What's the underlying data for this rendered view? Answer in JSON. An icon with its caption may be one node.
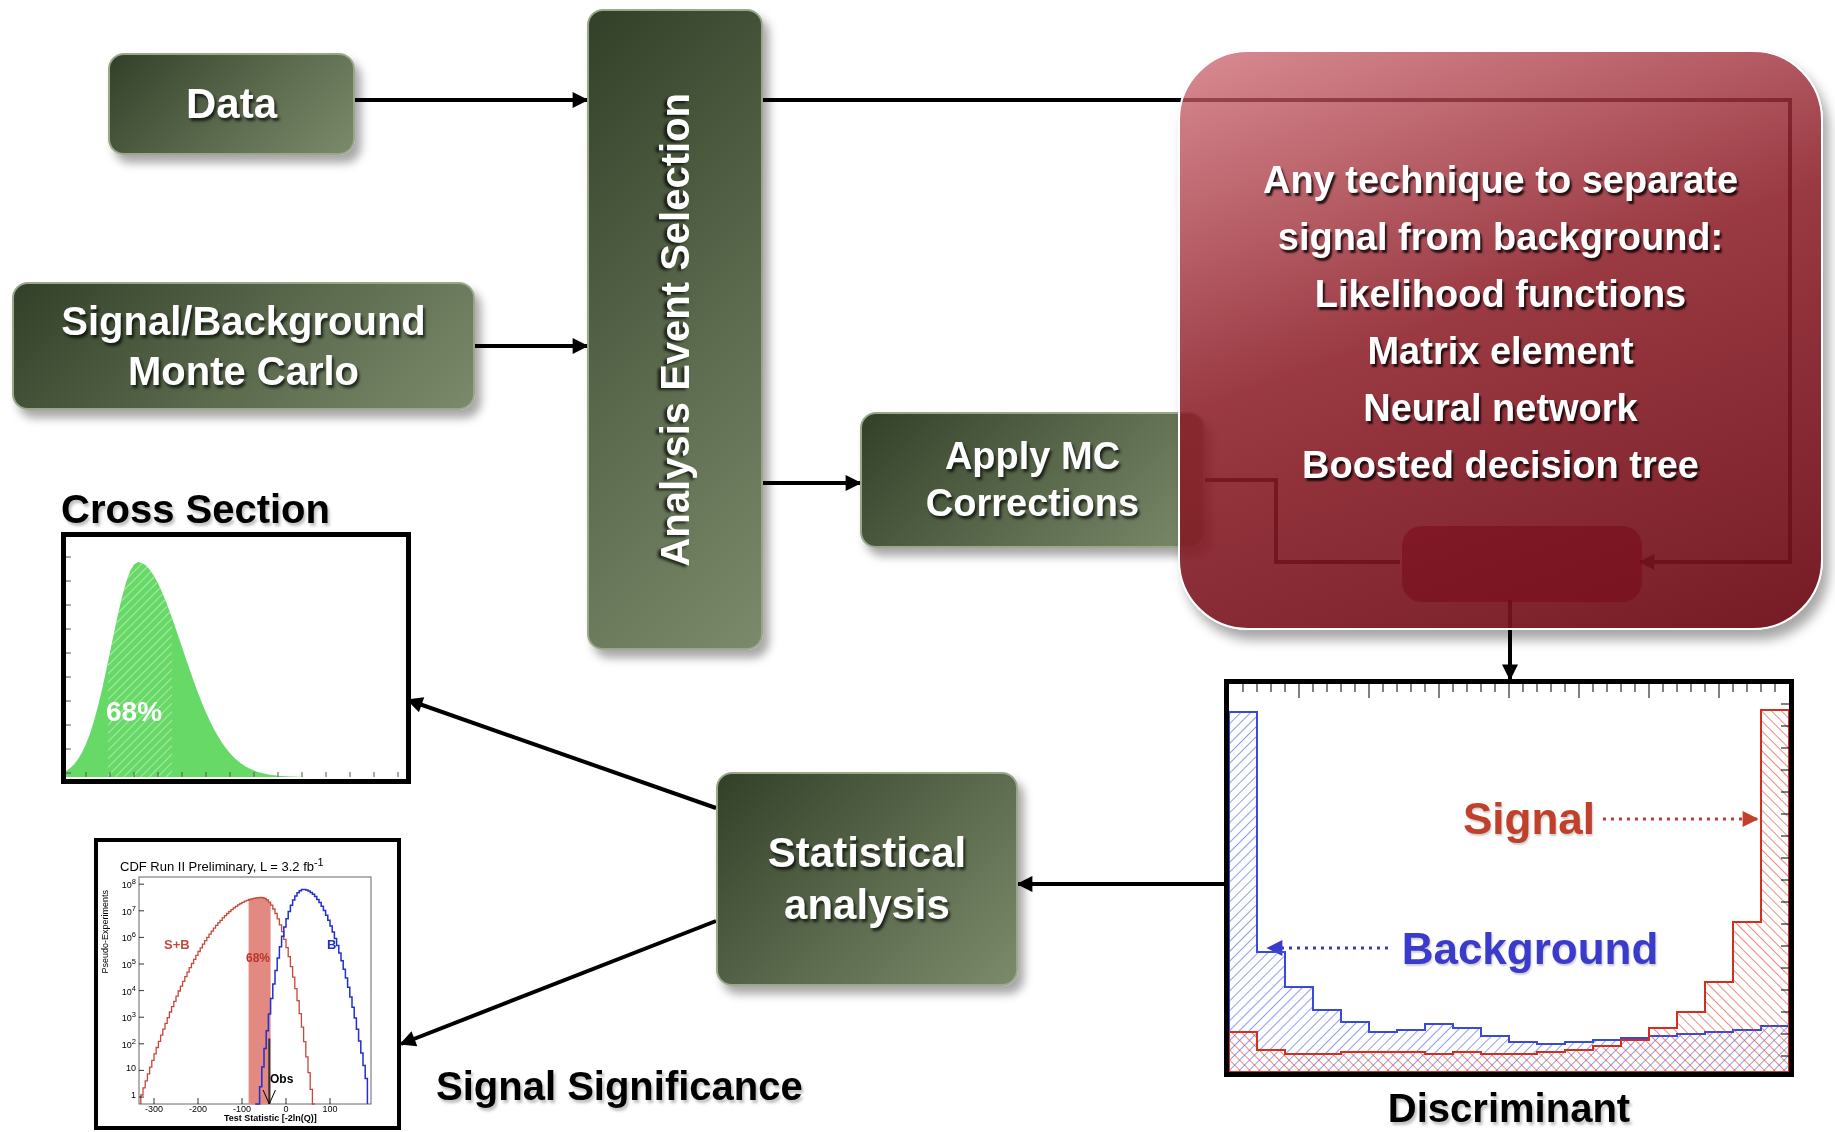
{
  "diagram": {
    "nodes": [
      {
        "text": [
          "Data"
        ]
      },
      {
        "text": [
          "Signal/Background Monte Carlo"
        ]
      },
      {
        "text": [
          "Analysis Event Selection"
        ]
      },
      {
        "text": [
          "Apply MC Corrections"
        ]
      },
      {
        "text": [
          "Any technique to separate signal from background:",
          "Likelihood functions",
          "Matrix element",
          "Neural network",
          "Boosted decision tree"
        ]
      },
      {
        "text": [],
        "shape": "box",
        "in": 4
      },
      {
        "text": [
          "Cross Section",
          "68%"
        ]
      },
      {
        "text": [
          "Statistical analysis"
        ]
      },
      {
        "text": [
          "Discriminant"
        ]
      },
      {
        "text": [
          "Signal"
        ],
        "in": 8
      },
      {
        "text": [
          "Background"
        ],
        "in": 8
      },
      {
        "text": [
          "CDF Run II Preliminary, L = 3.2 fb$^{-1}$",
          "Pseudo-Experiments",
          "10$^{8}$",
          "10$^{7}$",
          "10$^{6}$",
          "10$^{5}$",
          "10$^{4}$",
          "10$^{3}$",
          "10$^{2}$",
          "10",
          "1",
          "-300",
          "-200",
          "-100",
          "0",
          "100",
          "Test Statistic [-2ln(Q)]",
          "S+B",
          "68%",
          "B",
          "Obs"
        ],
        "beside": [
          "Signal Significance"
        ]
      }
    ],
    "edges": [
      {
        "from": 0,
        "to": 2,
        "arrow": "to"
      },
      {
        "from": 1,
        "to": 2,
        "arrow": "to"
      },
      {
        "from": 2,
        "to": 3,
        "arrow": "to"
      },
      {
        "from": 2,
        "to": 5,
        "arrow": "to"
      },
      {
        "from": 3,
        "to": 5,
        "arrow": "none"
      },
      {
        "from": 5,
        "to": 8,
        "arrow": "to"
      },
      {
        "from": 8,
        "to": 7,
        "arrow": "to"
      },
      {
        "from": 7,
        "to": 6,
        "arrow": "to"
      },
      {
        "from": 7,
        "to": 11,
        "arrow": "to"
      },
      {
        "from": 9,
        "to": null,
        "arrow": "to",
        "style": "dashed",
        "color": "#c0402c"
      },
      {
        "from": 10,
        "to": null,
        "arrow": "to",
        "style": "dashed",
        "color": "#3a3acc"
      }
    ]
  }
}
